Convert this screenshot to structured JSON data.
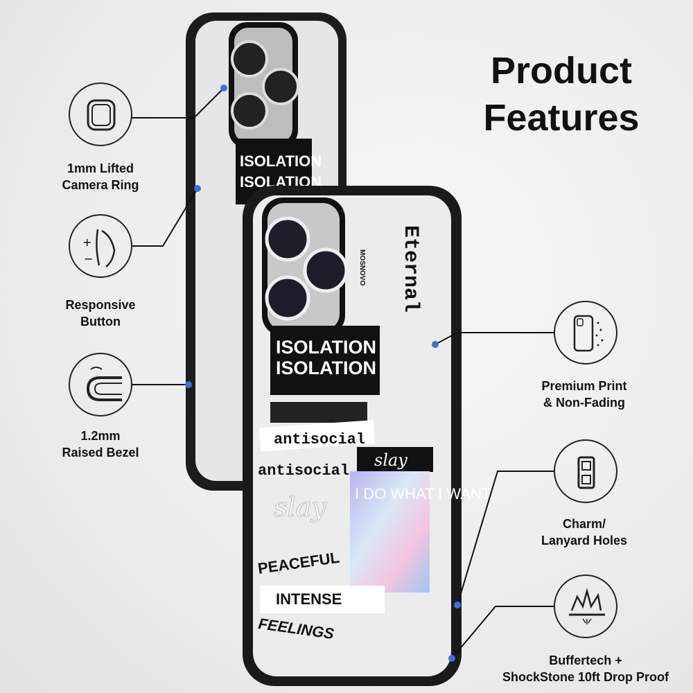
{
  "title": {
    "line1": "Product",
    "line2": "Features"
  },
  "features_left": [
    {
      "icon": "camera-ring-icon",
      "label1": "1mm Lifted",
      "label2": "Camera Ring"
    },
    {
      "icon": "responsive-button-icon",
      "label1": "Responsive",
      "label2": "Button"
    },
    {
      "icon": "raised-bezel-icon",
      "label1": "1.2mm",
      "label2": "Raised Bezel"
    }
  ],
  "features_right": [
    {
      "icon": "premium-print-icon",
      "label1": "Premium Print",
      "label2": "& Non-Fading"
    },
    {
      "icon": "lanyard-holes-icon",
      "label1": "Charm/",
      "label2": "Lanyard Holes"
    },
    {
      "icon": "drop-proof-icon",
      "label1": "Buffertech +",
      "label2": "ShockStone 10ft Drop Proof"
    }
  ],
  "case_stickers": {
    "brand": "MOSNOVO",
    "isolation": "ISOLATION",
    "eternal": "Eternal",
    "antisocial": "antisocial",
    "slay": "slay",
    "peaceful": "PEACEFUL",
    "holo": "I DO WHAT I WANT",
    "intense": "INTENSE",
    "feelings": "FEELINGS"
  },
  "colors": {
    "accent_dot": "#3b6fe0",
    "case": "#1a1a1a"
  }
}
